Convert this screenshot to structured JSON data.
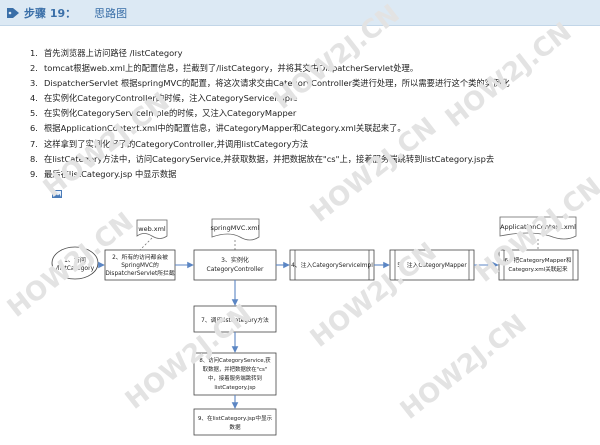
{
  "header": {
    "step_label": "步骤 19：",
    "step_title": "思路图"
  },
  "steps": [
    {
      "num": "1.",
      "text": "首先浏览器上访问路径 /listCategory"
    },
    {
      "num": "2.",
      "text": "tomcat根据web.xml上的配置信息，拦截到了/listCategory，并将其交由DispatcherServlet处理。"
    },
    {
      "num": "3.",
      "text": "DispatcherServlet 根据springMVC的配置，将这次请求交由CategoryController类进行处理，所以需要进行这个类的实例化"
    },
    {
      "num": "4.",
      "text": "在实例化CategoryController的时候，注入CategoryServiceImple"
    },
    {
      "num": "5.",
      "text": "在实例化CategoryServiceImple的时候，又注入CategoryMapper"
    },
    {
      "num": "6.",
      "text": "根据ApplicationContext.xml中的配置信息，讲CategoryMapper和Category.xml关联起来了。"
    },
    {
      "num": "7.",
      "text": "这样拿到了实例化好了的CategoryController,并调用listCategory方法"
    },
    {
      "num": "8.",
      "text": "在listCategory方法中，访问CategoryService,并获取数据，并把数据放在\"cs\"上，接着服务端跳转到listCategory.jsp去"
    },
    {
      "num": "9.",
      "text": "最后在listCategory.jsp 中显示数据"
    }
  ],
  "diagram": {
    "doc_web": "web.xml",
    "doc_spring": "springMVC.xml",
    "doc_app": "ApplicationContext.xml",
    "node1": [
      "1、访问",
      "/listCategory"
    ],
    "node2": [
      "2、所有的访问都会被",
      "SpringMVC的",
      "DispatcherServlet所拦截"
    ],
    "node3": [
      "3、实例化",
      "CategoryController"
    ],
    "node4": "4、注入CategoryServiceImpl",
    "node5": "5、注入CategoryMapper",
    "node6": [
      "6、把CategoryMapper和",
      "Category.xml关联起来"
    ],
    "node7": "7、调用listCategory方法",
    "node8": [
      "8、访问CategoryService,获",
      "取数据，并把数据放在\"cs\"",
      "中，接着服务端跳转到",
      "listCategory.jsp"
    ],
    "node9": [
      "9、在listCategory.jsp中显示",
      "数据"
    ]
  },
  "watermark": "HOW2J.CN",
  "colors": {
    "header_bg": "#dce9f4",
    "header_text": "#3a6fa8",
    "arrow": "#5b86c4",
    "box_border": "#444444"
  }
}
